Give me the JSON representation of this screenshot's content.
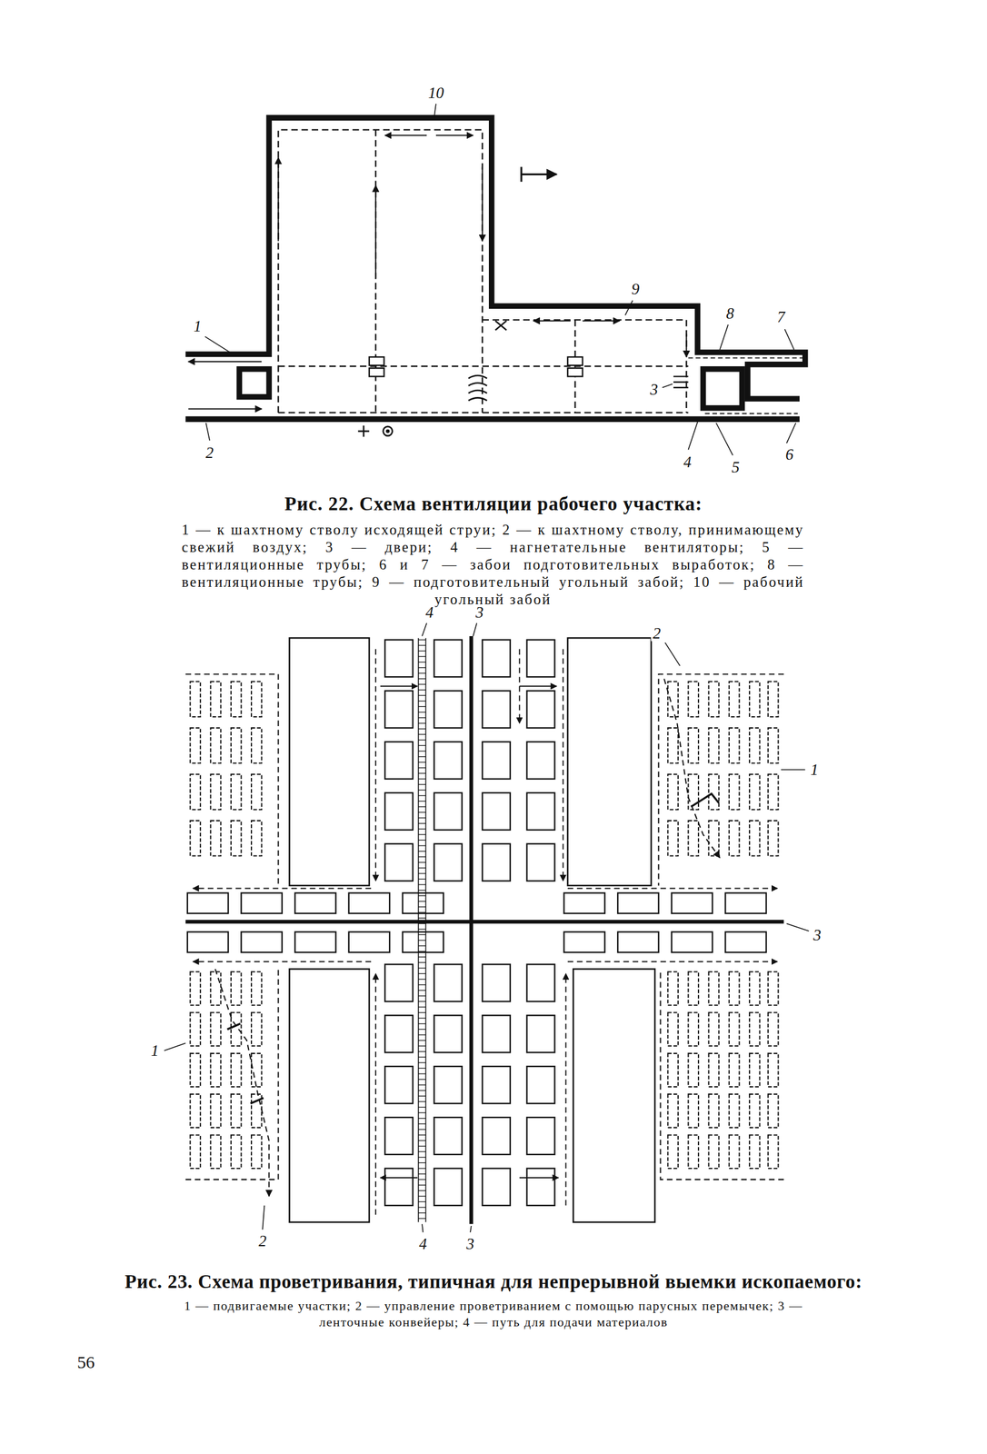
{
  "diagram": {
    "caption": "Рис. 22. Схема вентиляции рабочего участка:",
    "labels": [
      "10",
      "9",
      "8",
      "7",
      "1",
      "3",
      "2",
      "4",
      "5",
      "6",
      "1 — к шахтному стволу исходящей струи; 2 — к шахтному стволу, принимающему свежий воздух; 3 — двери; 4 — нагнетательные вентиляторы; 5 — вентиляционные трубы; 6 и 7 — забои подготовительных выработок; 8 — вентиляционные трубы; 9 — подготовительный угольный забой; 10 — рабочий угольный забой",
      "4",
      "3",
      "2",
      "1",
      "3",
      "1",
      "2",
      "4",
      "3",
      "Рис. 23. Схема проветривания, типичная для непрерывной выемки ископаемого:",
      "1 — подвигаемые участки; 2 — управление проветриванием с помощью парусных перемычек; 3 — ленточные конвейеры; 4 — путь для подачи материалов",
      "56"
    ]
  }
}
